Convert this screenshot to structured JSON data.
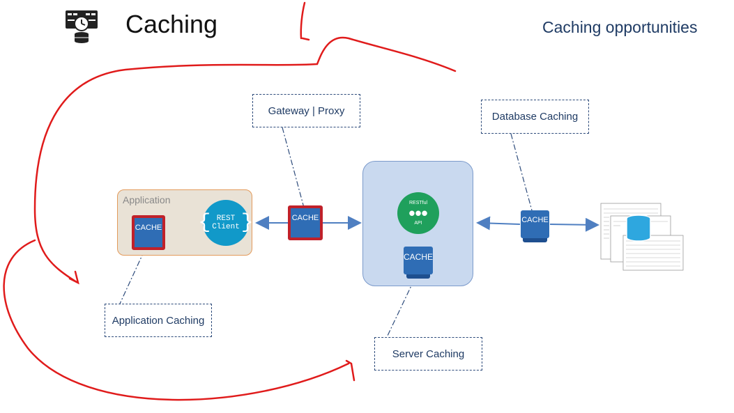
{
  "header": {
    "title": "Caching",
    "subtitle": "Caching opportunities",
    "icon": "server-clock-icon"
  },
  "callouts": {
    "gateway": "Gateway | Proxy",
    "database": "Database Caching",
    "application": "Application Caching",
    "server": "Server Caching"
  },
  "application": {
    "label": "Application",
    "rest_client": {
      "line1": "REST",
      "line2": "Client"
    }
  },
  "server": {
    "restful_api": {
      "top": "RESTful",
      "mid": "•••",
      "bottom": "API"
    }
  },
  "cache_label": "CACHE",
  "colors": {
    "cache_blue": "#2f6db5",
    "highlight_red": "#c0212a",
    "arrow_blue": "#4f7fc1",
    "annotation_red": "#e01b1b"
  }
}
